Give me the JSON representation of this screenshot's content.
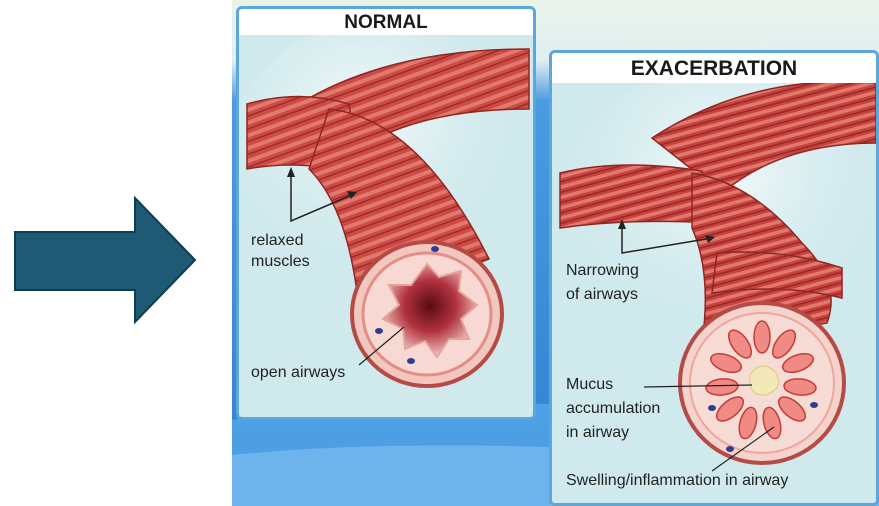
{
  "arrow": {
    "color": "#1e5a73",
    "icon": "right-arrow-icon"
  },
  "panel_normal": {
    "title": "NORMAL",
    "label_muscles_line1": "relaxed",
    "label_muscles_line2": "muscles",
    "label_airways": "open airways"
  },
  "panel_exacerbation": {
    "title": "EXACERBATION",
    "label_narrowing_line1": "Narrowing",
    "label_narrowing_line2": "of airways",
    "label_mucus_line1": "Mucus",
    "label_mucus_line2": "accumulation",
    "label_mucus_line3": "in airway",
    "label_swelling": "Swelling/inflammation in airway"
  },
  "colors": {
    "card_border": "#5aa6dd",
    "card_bg": "#cfe9ec",
    "muscle": "#c8433f",
    "backdrop": "#3f8fd6"
  }
}
